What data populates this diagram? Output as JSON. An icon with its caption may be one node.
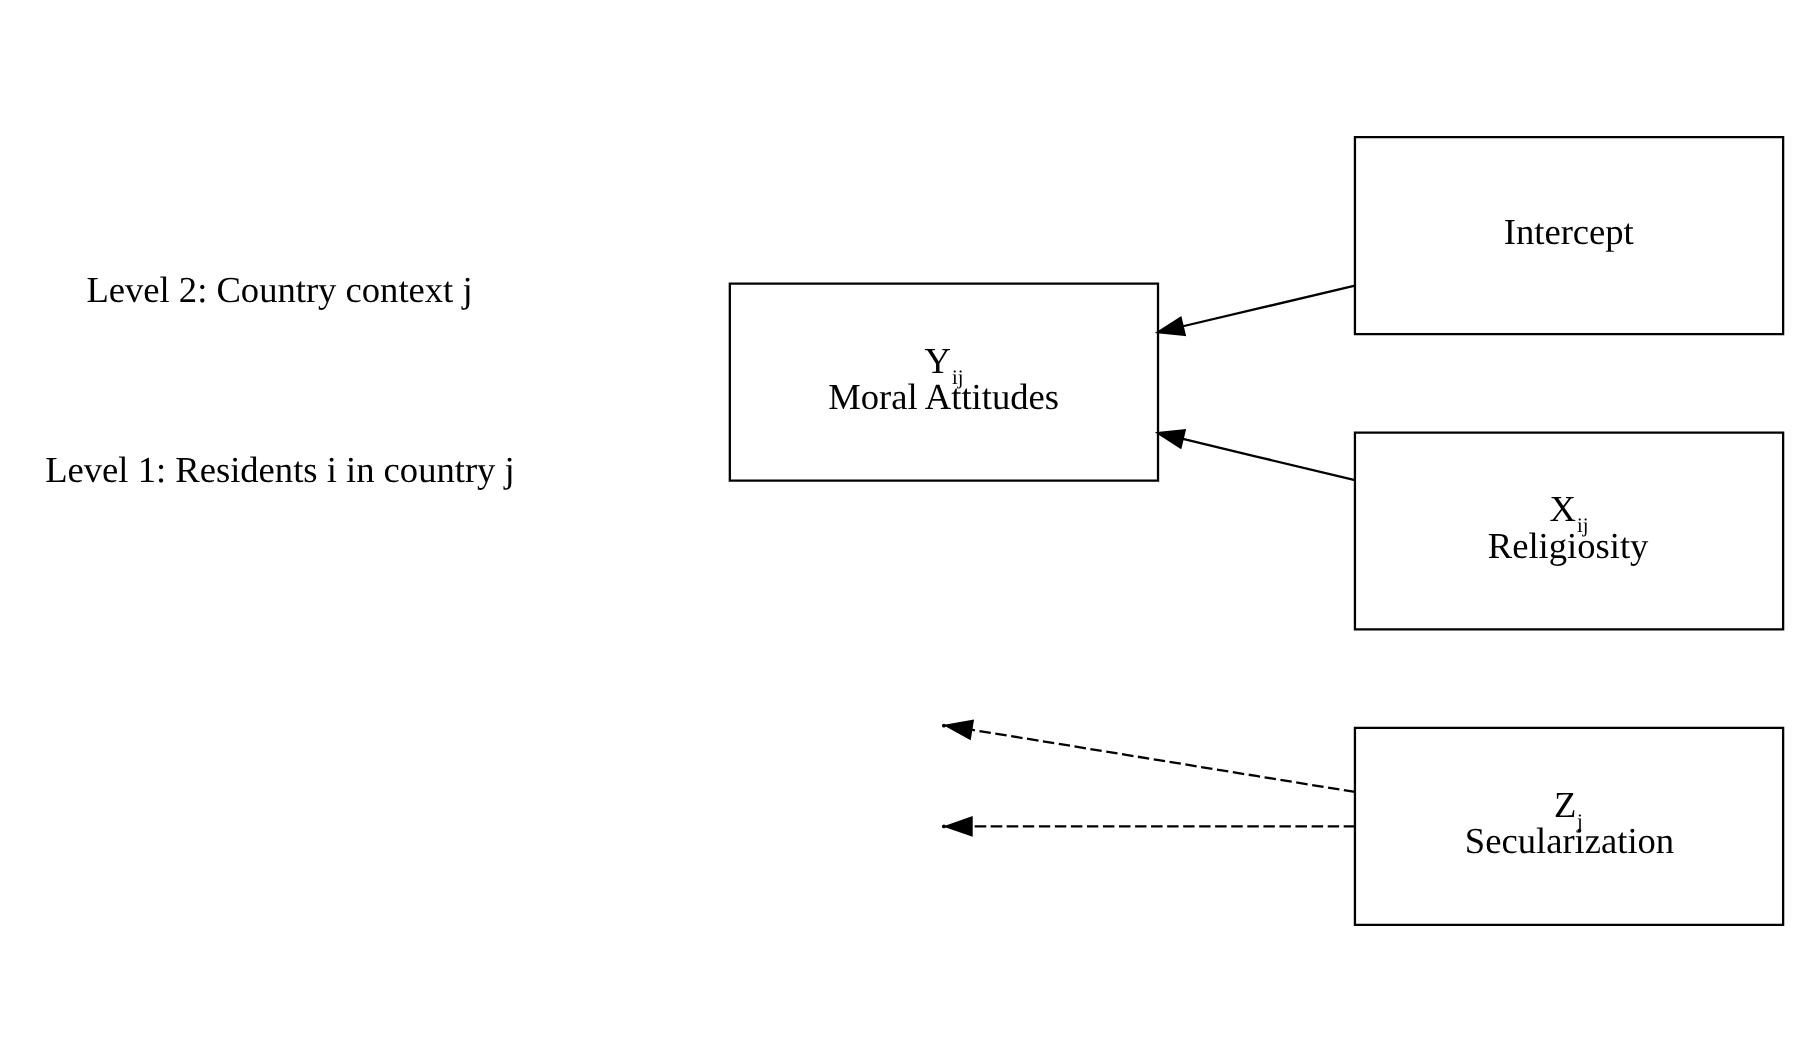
{
  "diagram": {
    "nodes": [
      {
        "text": [
          "Z$_{j}$",
          "Secularization"
        ]
      },
      {
        "text": [
          "Intercept"
        ]
      },
      {
        "text": [
          "Y$_{ij}$",
          "Moral Attitudes"
        ]
      },
      {
        "text": [
          "X$_{ij}$",
          "Religiosity"
        ]
      }
    ],
    "edges": [
      {
        "from": 1,
        "to": 2,
        "arrow": "to"
      },
      {
        "from": 3,
        "to": 2,
        "arrow": "to"
      },
      {
        "from": 0,
        "to": null,
        "arrow": "to",
        "style": "dashed"
      },
      {
        "from": 0,
        "to": null,
        "arrow": "to",
        "style": "dashed"
      }
    ],
    "labels": [
      "Level 2: Country context j",
      "Level 1: Residents i in country j"
    ]
  }
}
